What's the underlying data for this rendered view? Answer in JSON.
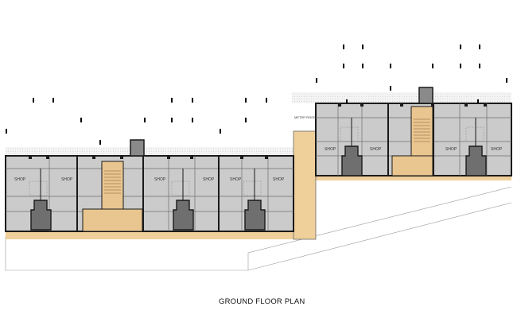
{
  "plan": {
    "title": "GROUND FLOOR PLAN",
    "rooms": [
      "SHOP",
      "SHOP",
      "SHOP",
      "SHOP",
      "SHOP",
      "SHOP",
      "SHOP",
      "SHOP",
      "SHOP",
      "SHOP",
      "METER ROOM"
    ]
  },
  "colors": {
    "wall": "#1a1a1a",
    "floor": "#cbcbcb",
    "circulation": "#e9c690",
    "arcade": "#efcf9a",
    "core": "#6f6f6f"
  }
}
